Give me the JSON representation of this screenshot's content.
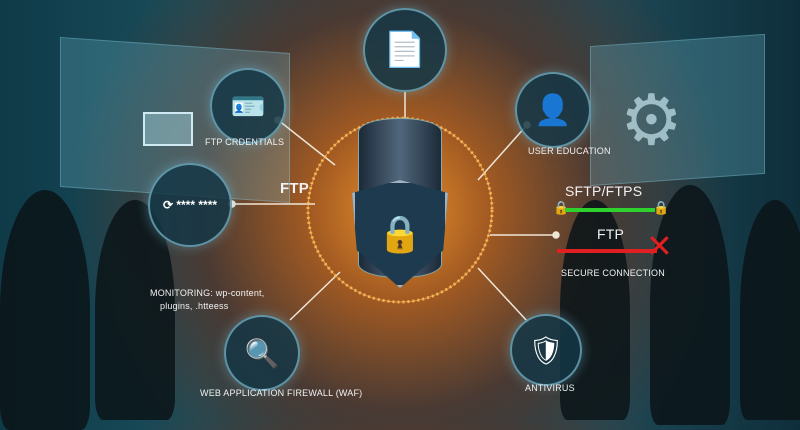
{
  "labels": {
    "ftp_credentials": "FTP CRDENTIALS",
    "ftp_left": "FTP",
    "monitoring_line1": "MONITORING: wp-content,",
    "monitoring_line2": "plugins, .htteess",
    "waf": "WEB APPLICATION FIREWALL (WAF)",
    "user_education": "USER EDUCATION",
    "sftp": "SFTP/FTPS",
    "ftp_right": "FTP",
    "secure_connection": "SECURE CONNECTION",
    "antivirus": "ANTIVIRUS"
  },
  "colors": {
    "accent": "#e8902a",
    "secure": "#2ed12e",
    "insecure": "#e02020"
  }
}
